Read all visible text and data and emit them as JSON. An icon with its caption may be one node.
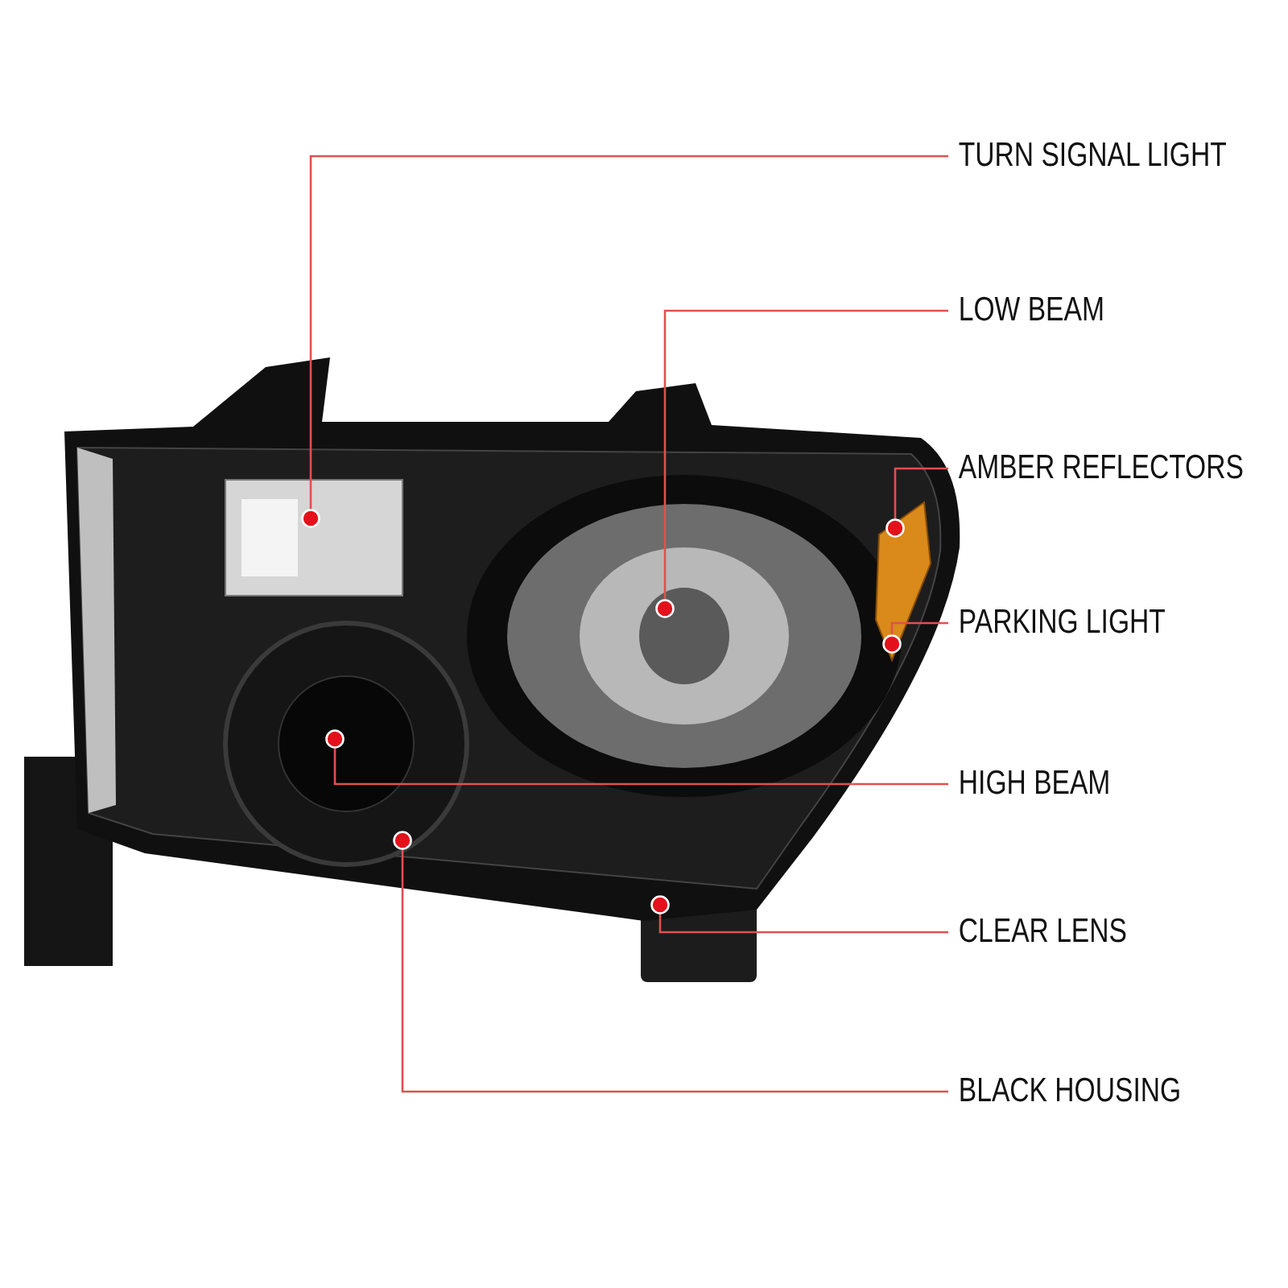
{
  "diagram": {
    "nodes": [
      {
        "text": [
          "TURN SIGNAL LIGHT"
        ]
      },
      {
        "text": [
          "LOW BEAM"
        ]
      },
      {
        "text": [
          "AMBER REFLECTORS"
        ]
      },
      {
        "text": [
          "PARKING LIGHT"
        ]
      },
      {
        "text": [
          "HIGH BEAM"
        ]
      },
      {
        "text": [
          "CLEAR LENS"
        ]
      },
      {
        "text": [
          "BLACK HOUSING"
        ]
      }
    ],
    "edges": [
      {
        "from": 0,
        "to": null,
        "arrow": "other"
      },
      {
        "from": 1,
        "to": null,
        "arrow": "other"
      },
      {
        "from": 2,
        "to": null,
        "arrow": "other"
      },
      {
        "from": 3,
        "to": null,
        "arrow": "other"
      },
      {
        "from": 4,
        "to": null,
        "arrow": "other"
      },
      {
        "from": 5,
        "to": null,
        "arrow": "other"
      },
      {
        "from": 6,
        "to": null,
        "arrow": "other"
      }
    ]
  }
}
